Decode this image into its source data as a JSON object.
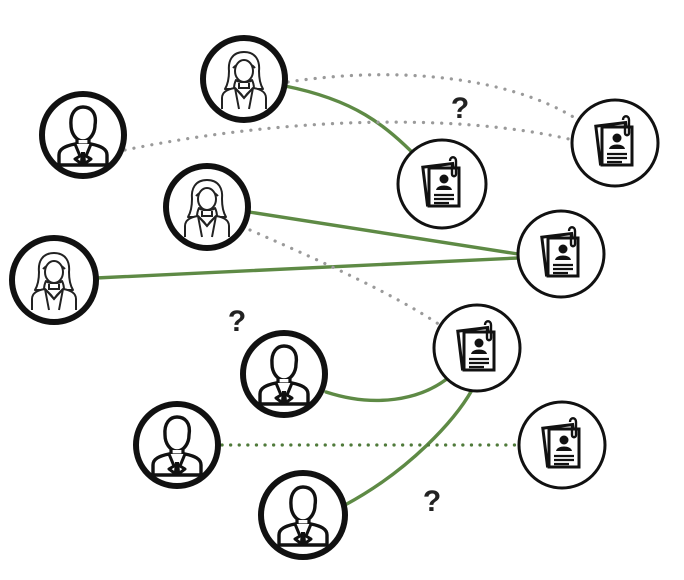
{
  "colors": {
    "link_confirmed": "#5e8a45",
    "link_uncertain_grey": "#9a9a9a",
    "link_uncertain_green": "#4f7a3a",
    "node_border": "#111111",
    "icon_stroke": "#222222",
    "icon_fill": "#ffffff"
  },
  "legend_marks": {
    "uncertain_label": "?"
  },
  "nodes": [
    {
      "id": "woman-top",
      "kind": "woman",
      "icon": "businesswoman-icon"
    },
    {
      "id": "man-topleft",
      "kind": "man",
      "icon": "businessman-icon"
    },
    {
      "id": "woman-mid",
      "kind": "woman",
      "icon": "businesswoman-icon"
    },
    {
      "id": "woman-left",
      "kind": "woman",
      "icon": "businesswoman-icon"
    },
    {
      "id": "man-center",
      "kind": "man",
      "icon": "businessman-icon"
    },
    {
      "id": "man-lowerleft",
      "kind": "man",
      "icon": "businessman-icon"
    },
    {
      "id": "man-bottom",
      "kind": "man",
      "icon": "businessman-icon"
    },
    {
      "id": "resume-topright",
      "kind": "resume",
      "icon": "resume-icon"
    },
    {
      "id": "resume-upper",
      "kind": "resume",
      "icon": "resume-icon"
    },
    {
      "id": "resume-right",
      "kind": "resume",
      "icon": "resume-icon"
    },
    {
      "id": "resume-center",
      "kind": "resume",
      "icon": "resume-icon"
    },
    {
      "id": "resume-lowerright",
      "kind": "resume",
      "icon": "resume-icon"
    }
  ],
  "links": [
    {
      "from": "woman-top",
      "to": "resume-upper",
      "style": "confirmed"
    },
    {
      "from": "woman-top",
      "to": "resume-topright",
      "style": "uncertain-grey"
    },
    {
      "from": "man-topleft",
      "to": "resume-topright",
      "style": "uncertain-grey"
    },
    {
      "from": "woman-mid",
      "to": "resume-right",
      "style": "confirmed"
    },
    {
      "from": "woman-left",
      "to": "resume-right",
      "style": "confirmed"
    },
    {
      "from": "woman-mid",
      "to": "resume-center",
      "style": "uncertain-grey"
    },
    {
      "from": "man-center",
      "to": "resume-center",
      "style": "confirmed"
    },
    {
      "from": "man-bottom",
      "to": "resume-center",
      "style": "confirmed"
    },
    {
      "from": "man-lowerleft",
      "to": "resume-lowerright",
      "style": "uncertain-green"
    }
  ],
  "question_marks": [
    {
      "id": "q-top",
      "text": "?"
    },
    {
      "id": "q-left",
      "text": "?"
    },
    {
      "id": "q-bottom",
      "text": "?"
    }
  ]
}
